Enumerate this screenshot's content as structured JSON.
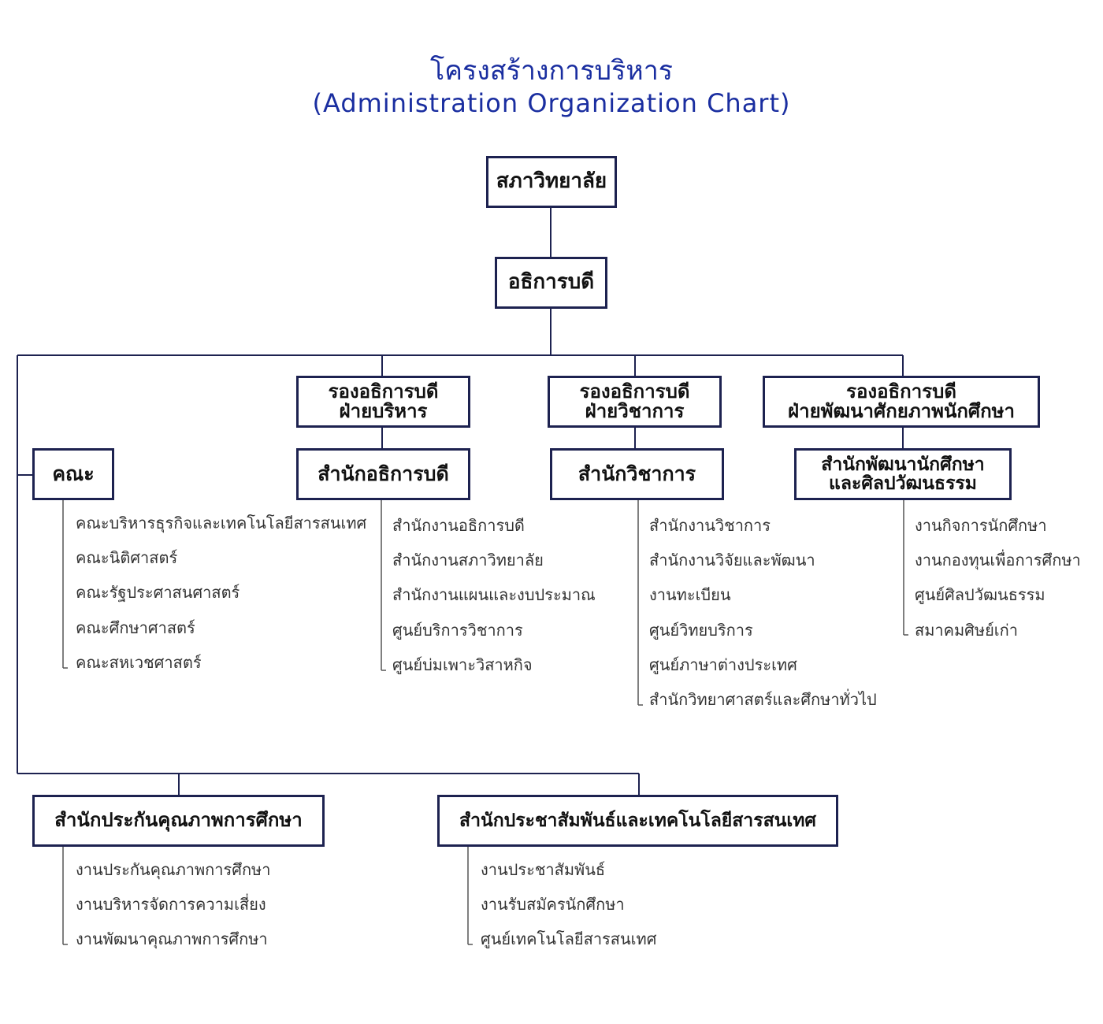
{
  "title_th": "โครงสร้างการบริหาร",
  "title_en": "(Administration Organization Chart)",
  "council": "สภาวิทยาลัย",
  "president": "อธิการบดี",
  "faculty": {
    "title": "คณะ",
    "items": [
      "คณะบริหารธุรกิจและเทคโนโลยีสารสนเทศ",
      "คณะนิติศาสตร์",
      "คณะรัฐประศาสนศาสตร์",
      "คณะศึกษาศาสตร์",
      "คณะสหเวชศาสตร์"
    ]
  },
  "vp_admin": {
    "line1": "รองอธิการบดี",
    "line2": "ฝ่ายบริหาร",
    "office": "สำนักอธิการบดี",
    "items": [
      "สำนักงานอธิการบดี",
      "สำนักงานสภาวิทยาลัย",
      "สำนักงานแผนและงบประมาณ",
      "ศูนย์บริการวิชาการ",
      "ศูนย์บ่มเพาะวิสาหกิจ"
    ]
  },
  "vp_academic": {
    "line1": "รองอธิการบดี",
    "line2": "ฝ่ายวิชาการ",
    "office": "สำนักวิชาการ",
    "items": [
      "สำนักงานวิชาการ",
      "สำนักงานวิจัยและพัฒนา",
      "งานทะเบียน",
      "ศูนย์วิทยบริการ",
      "ศูนย์ภาษาต่างประเทศ",
      "สำนักวิทยาศาสตร์และศึกษาทั่วไป"
    ]
  },
  "vp_student": {
    "line1": "รองอธิการบดี",
    "line2": "ฝ่ายพัฒนาศักยภาพนักศึกษา",
    "office_line1": "สำนักพัฒนานักศึกษา",
    "office_line2": "และศิลปวัฒนธรรม",
    "items": [
      "งานกิจการนักศึกษา",
      "งานกองทุนเพื่อการศึกษา",
      "ศูนย์ศิลปวัฒนธรรม",
      "สมาคมศิษย์เก่า"
    ]
  },
  "qa_office": {
    "title": "สำนักประกันคุณภาพการศึกษา",
    "items": [
      "งานประกันคุณภาพการศึกษา",
      "งานบริหารจัดการความเสี่ยง",
      "งานพัฒนาคุณภาพการศึกษา"
    ]
  },
  "pr_office": {
    "title": "สำนักประชาสัมพันธ์และเทคโนโลยีสารสนเทศ",
    "items": [
      "งานประชาสัมพันธ์",
      "งานรับสมัครนักศึกษา",
      "ศูนย์เทคโนโลยีสารสนเทศ"
    ]
  },
  "colors": {
    "title": "#1a2ea0",
    "box_border": "#1d2250",
    "line": "#1d2250",
    "item_text": "#333333"
  }
}
